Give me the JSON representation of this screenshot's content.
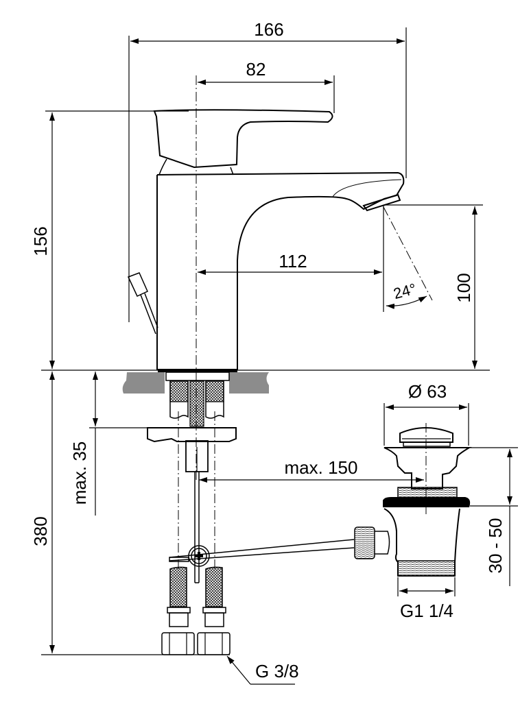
{
  "title": "Basin mixer technical drawing",
  "colors": {
    "line": "#000000",
    "countertop": "#8c8c8c",
    "background": "#ffffff"
  },
  "dimensions": {
    "overall_depth": "166",
    "lever_reach": "82",
    "spout_reach": "112",
    "overall_height": "156",
    "spout_height": "100",
    "spray_angle": "24°",
    "below_counter_length": "380",
    "max_counter_thickness": "max. 35",
    "max_waste_distance": "max. 150",
    "waste_diameter": "Ø 63",
    "waste_adjust_range": "30 - 50",
    "waste_thread": "G1 1/4",
    "supply_thread": "G 3/8"
  }
}
